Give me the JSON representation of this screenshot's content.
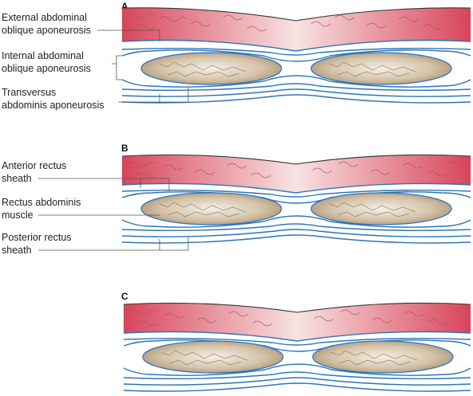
{
  "panels": [
    {
      "letter": "A",
      "labels": [
        "External abdominal",
        "oblique aponeurosis",
        "Internal abdominal",
        "oblique aponeurosis",
        "Transversus",
        "abdominis aponeurosis"
      ]
    },
    {
      "letter": "B",
      "labels": [
        "Anterior rectus",
        "sheath",
        "Rectus abdominis",
        "muscle",
        "Posterior rectus",
        "sheath"
      ]
    },
    {
      "letter": "C",
      "labels": []
    }
  ],
  "colors": {
    "fat_dark": "#d8455a",
    "fat_light": "#f7dfe0",
    "muscle_dark": "#a48a6b",
    "muscle_light": "#f4efe6",
    "fascia": "#2a74bd"
  }
}
